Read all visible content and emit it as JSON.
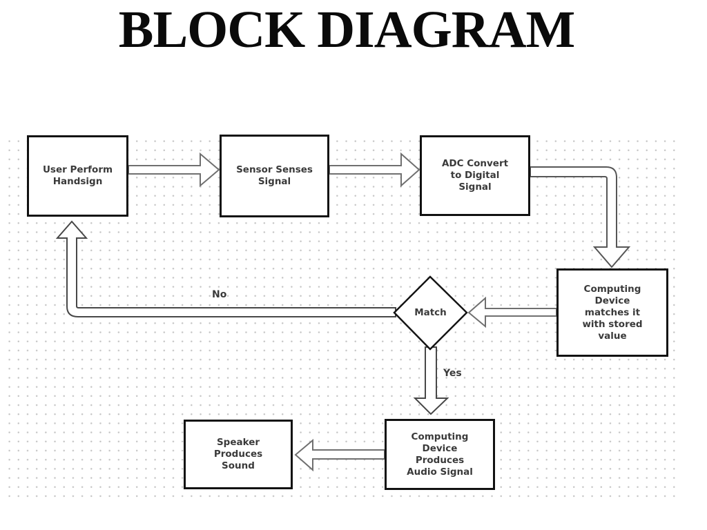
{
  "title": "BLOCK DIAGRAM",
  "diagram": {
    "nodes": {
      "user_perform_handsign": {
        "label": "User Perform\nHandsign"
      },
      "sensor_senses_signal": {
        "label": "Sensor Senses\nSignal"
      },
      "adc_convert_digital": {
        "label": "ADC Convert\nto Digital\nSignal"
      },
      "computing_device_matches": {
        "label": "Computing\nDevice\nmatches it\nwith stored\nvalue"
      },
      "match_decision": {
        "label": "Match"
      },
      "computing_device_audio": {
        "label": "Computing\nDevice\nProduces\nAudio Signal"
      },
      "speaker_produces_sound": {
        "label": "Speaker\nProduces\nSound"
      }
    },
    "edge_labels": {
      "no": "No",
      "yes": "Yes"
    },
    "colors": {
      "box_border": "#111111",
      "box_fill": "#ffffff",
      "text": "#3a3a3a",
      "arrow_stroke_light": "#6f6f6f",
      "arrow_stroke_dark": "#474747",
      "grid_dot": "#c5c5c5",
      "title_color": "#0a0a0a",
      "background": "#ffffff"
    }
  }
}
